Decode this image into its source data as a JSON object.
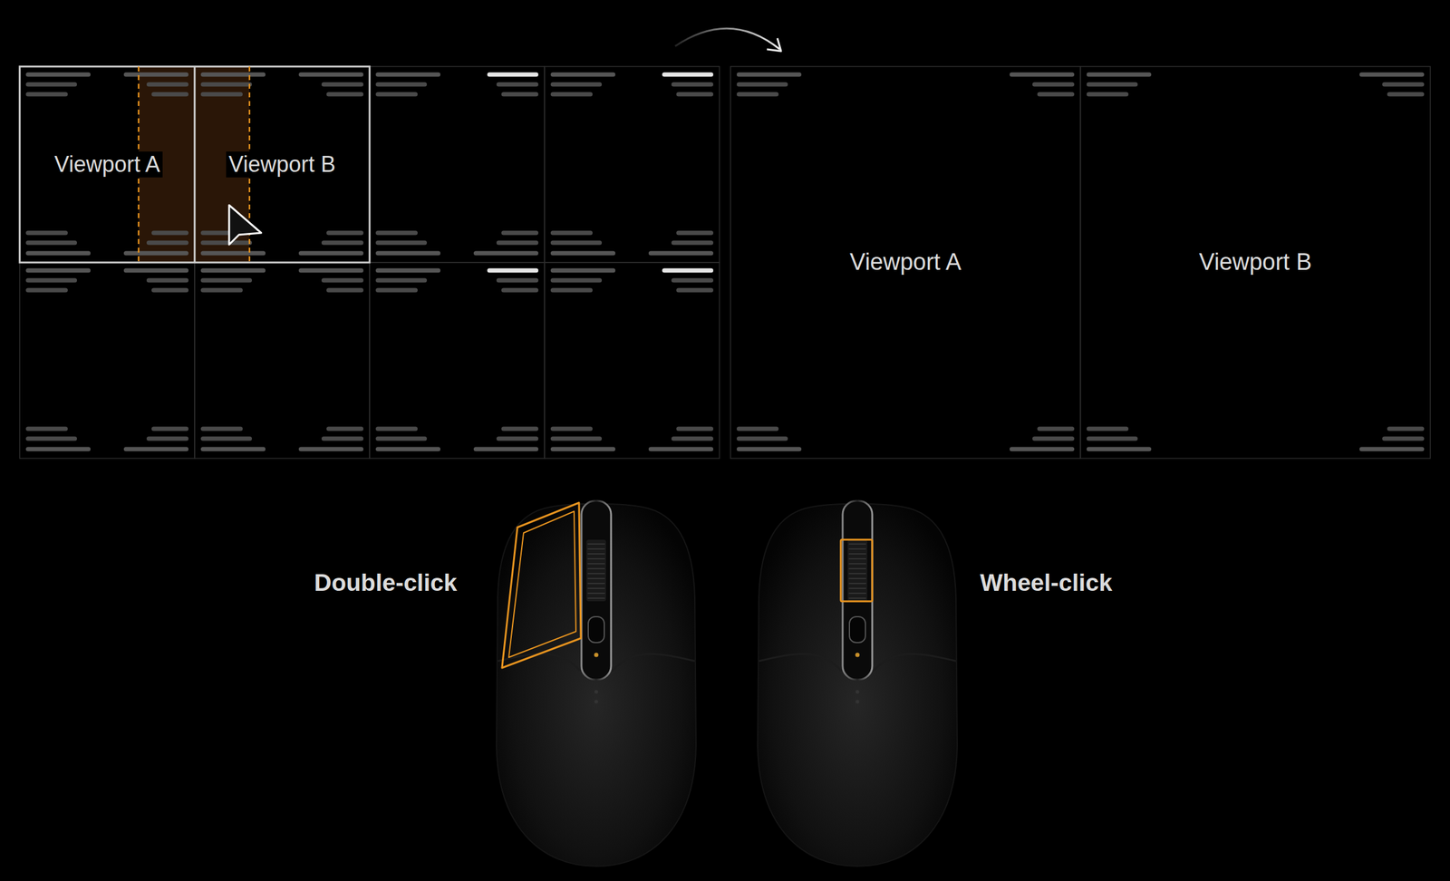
{
  "diagram": {
    "nodes": [
      {
        "text": [
          "Viewport A"
        ]
      },
      {
        "text": [
          "Viewport B"
        ]
      },
      {
        "text": [
          "Viewport A"
        ]
      },
      {
        "text": [
          "Viewport B"
        ]
      }
    ],
    "labels": [
      "Double-click",
      "Wheel-click"
    ]
  }
}
